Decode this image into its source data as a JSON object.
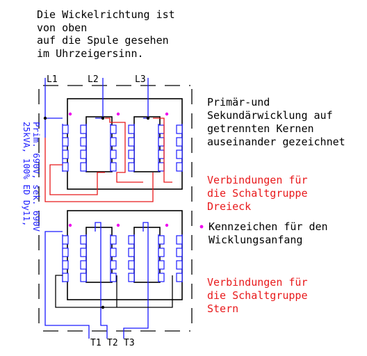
{
  "header_lines": [
    "Die Wickelrichtung ist",
    "von oben",
    "auf die Spule gesehen",
    "im Uhrzeigersinn."
  ],
  "side_label": [
    "25kVA, 100% ED Dy11,",
    "Prim. 690V, sek. 690V"
  ],
  "primary_terminals": [
    "L1",
    "L2",
    "L3"
  ],
  "secondary_terminals": [
    "T1",
    "T2",
    "T3"
  ],
  "note_cores": [
    "Primär-und",
    "Sekundärwicklung auf",
    "getrennten Kernen",
    "auseinander gezeichnet"
  ],
  "note_delta": [
    "Verbindungen für",
    "die Schaltgruppe",
    "Dreieck"
  ],
  "note_marker": [
    "Kennzeichen für den",
    "Wicklungsanfang"
  ],
  "note_star": [
    "Verbindungen für",
    "die Schaltgruppe",
    "Stern"
  ],
  "colors": {
    "outline": "#000000",
    "primary_wire": "#1a1aff",
    "connection_wire": "#e8191b",
    "start_marker": "#ee00ee",
    "side_label": "#1a1aff"
  }
}
